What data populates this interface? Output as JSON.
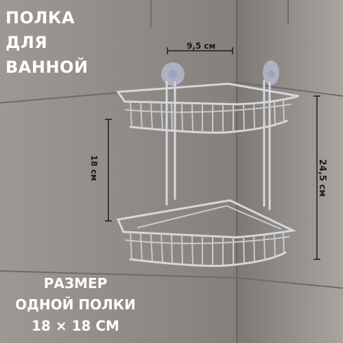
{
  "title": {
    "line1": "ПОЛКА",
    "line2": "ДЛЯ",
    "line3": "ВАННОЙ"
  },
  "dimensions": {
    "width": "9,5 см",
    "gap": "18 см",
    "height": "24,5 см"
  },
  "size_note": {
    "line1": "РАЗМЕР",
    "line2": "ОДНОЙ ПОЛКИ",
    "line3": "18 × 18 СМ"
  },
  "colors": {
    "wall_left": "#8a8581",
    "wall_right": "#9a9591",
    "grout": "#6f6a66",
    "text": "#ffffff",
    "dimension_text": "#1b1b1b",
    "metal": "#d6d8db"
  }
}
